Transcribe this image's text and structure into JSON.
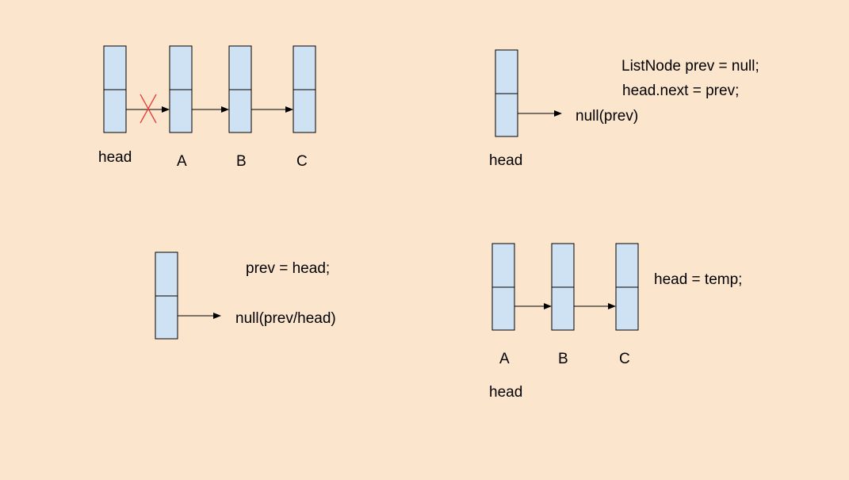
{
  "colors": {
    "background": "#fce5cd",
    "node_fill": "#cfe2f3",
    "stroke": "#000000",
    "cross": "#e53935"
  },
  "panel_reverse_link": {
    "labels": {
      "head": "head",
      "a": "A",
      "b": "B",
      "c": "C"
    }
  },
  "panel_init_prev": {
    "code_line1": "ListNode prev = null;",
    "code_line2": "head.next = prev;",
    "null_label": "null(prev)",
    "head_label": "head"
  },
  "panel_move_prev": {
    "code": "prev = head;",
    "null_label": "null(prev/head)"
  },
  "panel_move_head": {
    "code": "head = temp;",
    "labels": {
      "a": "A",
      "b": "B",
      "c": "C"
    },
    "head_label": "head"
  }
}
